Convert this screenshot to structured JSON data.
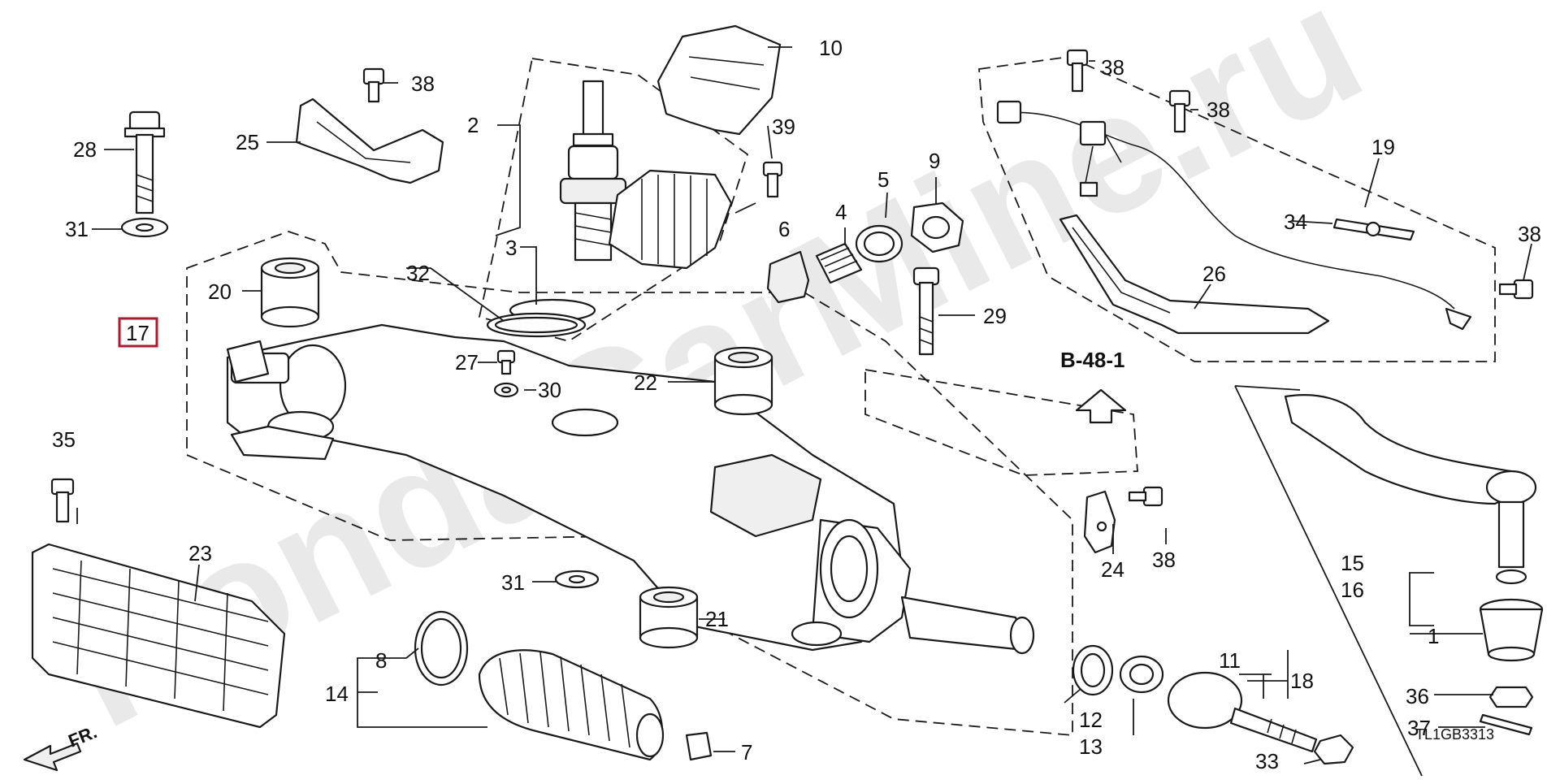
{
  "watermark": "HondaCarMine.ru",
  "diagram_code": "TL1GB3313",
  "reference": "B-48-1",
  "direction": "FR.",
  "highlight_label": "17",
  "part_labels": {
    "p1": "1",
    "p2": "2",
    "p3": "3",
    "p4": "4",
    "p5": "5",
    "p6": "6",
    "p7": "7",
    "p8": "8",
    "p9": "9",
    "p10": "10",
    "p11": "11",
    "p12": "12",
    "p13": "13",
    "p14": "14",
    "p15": "15",
    "p16": "16",
    "p18": "18",
    "p19": "19",
    "p20": "20",
    "p21": "21",
    "p22": "22",
    "p23": "23",
    "p24": "24",
    "p25": "25",
    "p26": "26",
    "p27": "27",
    "p28": "28",
    "p29": "29",
    "p30": "30",
    "p31a": "31",
    "p31b": "31",
    "p32": "32",
    "p33": "33",
    "p34": "34",
    "p35": "35",
    "p36": "36",
    "p37": "37",
    "p38a": "38",
    "p38b": "38",
    "p38c": "38",
    "p38d": "38",
    "p38e": "38",
    "p39": "39"
  }
}
